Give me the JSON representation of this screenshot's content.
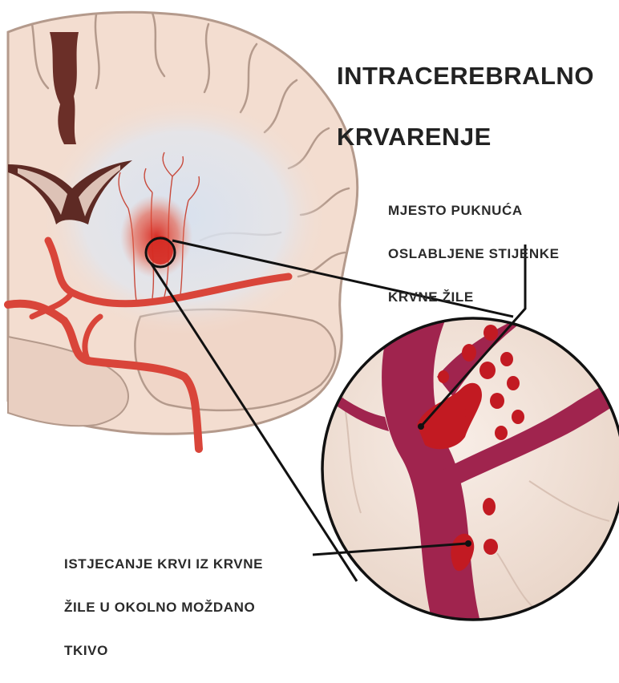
{
  "title": {
    "line1": "INTRACEREBRALNO",
    "line2": "KRVARENJE"
  },
  "callouts": {
    "rupture_site": {
      "line1": "MJESTO PUKNUĆA",
      "line2": "OSLABLJENE STIJENKE",
      "line3": "KRVNE ŽILE"
    },
    "blood_leak": {
      "line1": "ISTJECANJE KRVI IZ KRVNE",
      "line2": "ŽILE U  OKOLNO MOŽDANO",
      "line3": "TKIVO"
    }
  },
  "colors": {
    "brain_tissue": "#f3ddd0",
    "brain_outline": "#b49a8c",
    "haze": "#dfe7f2",
    "ventricle": "#5e2a24",
    "artery": "#d9453a",
    "hemorrhage": "#e0302a",
    "vessel_zoom": "#a0244e",
    "blood_drop": "#c21a22",
    "leader_line": "#111111"
  }
}
